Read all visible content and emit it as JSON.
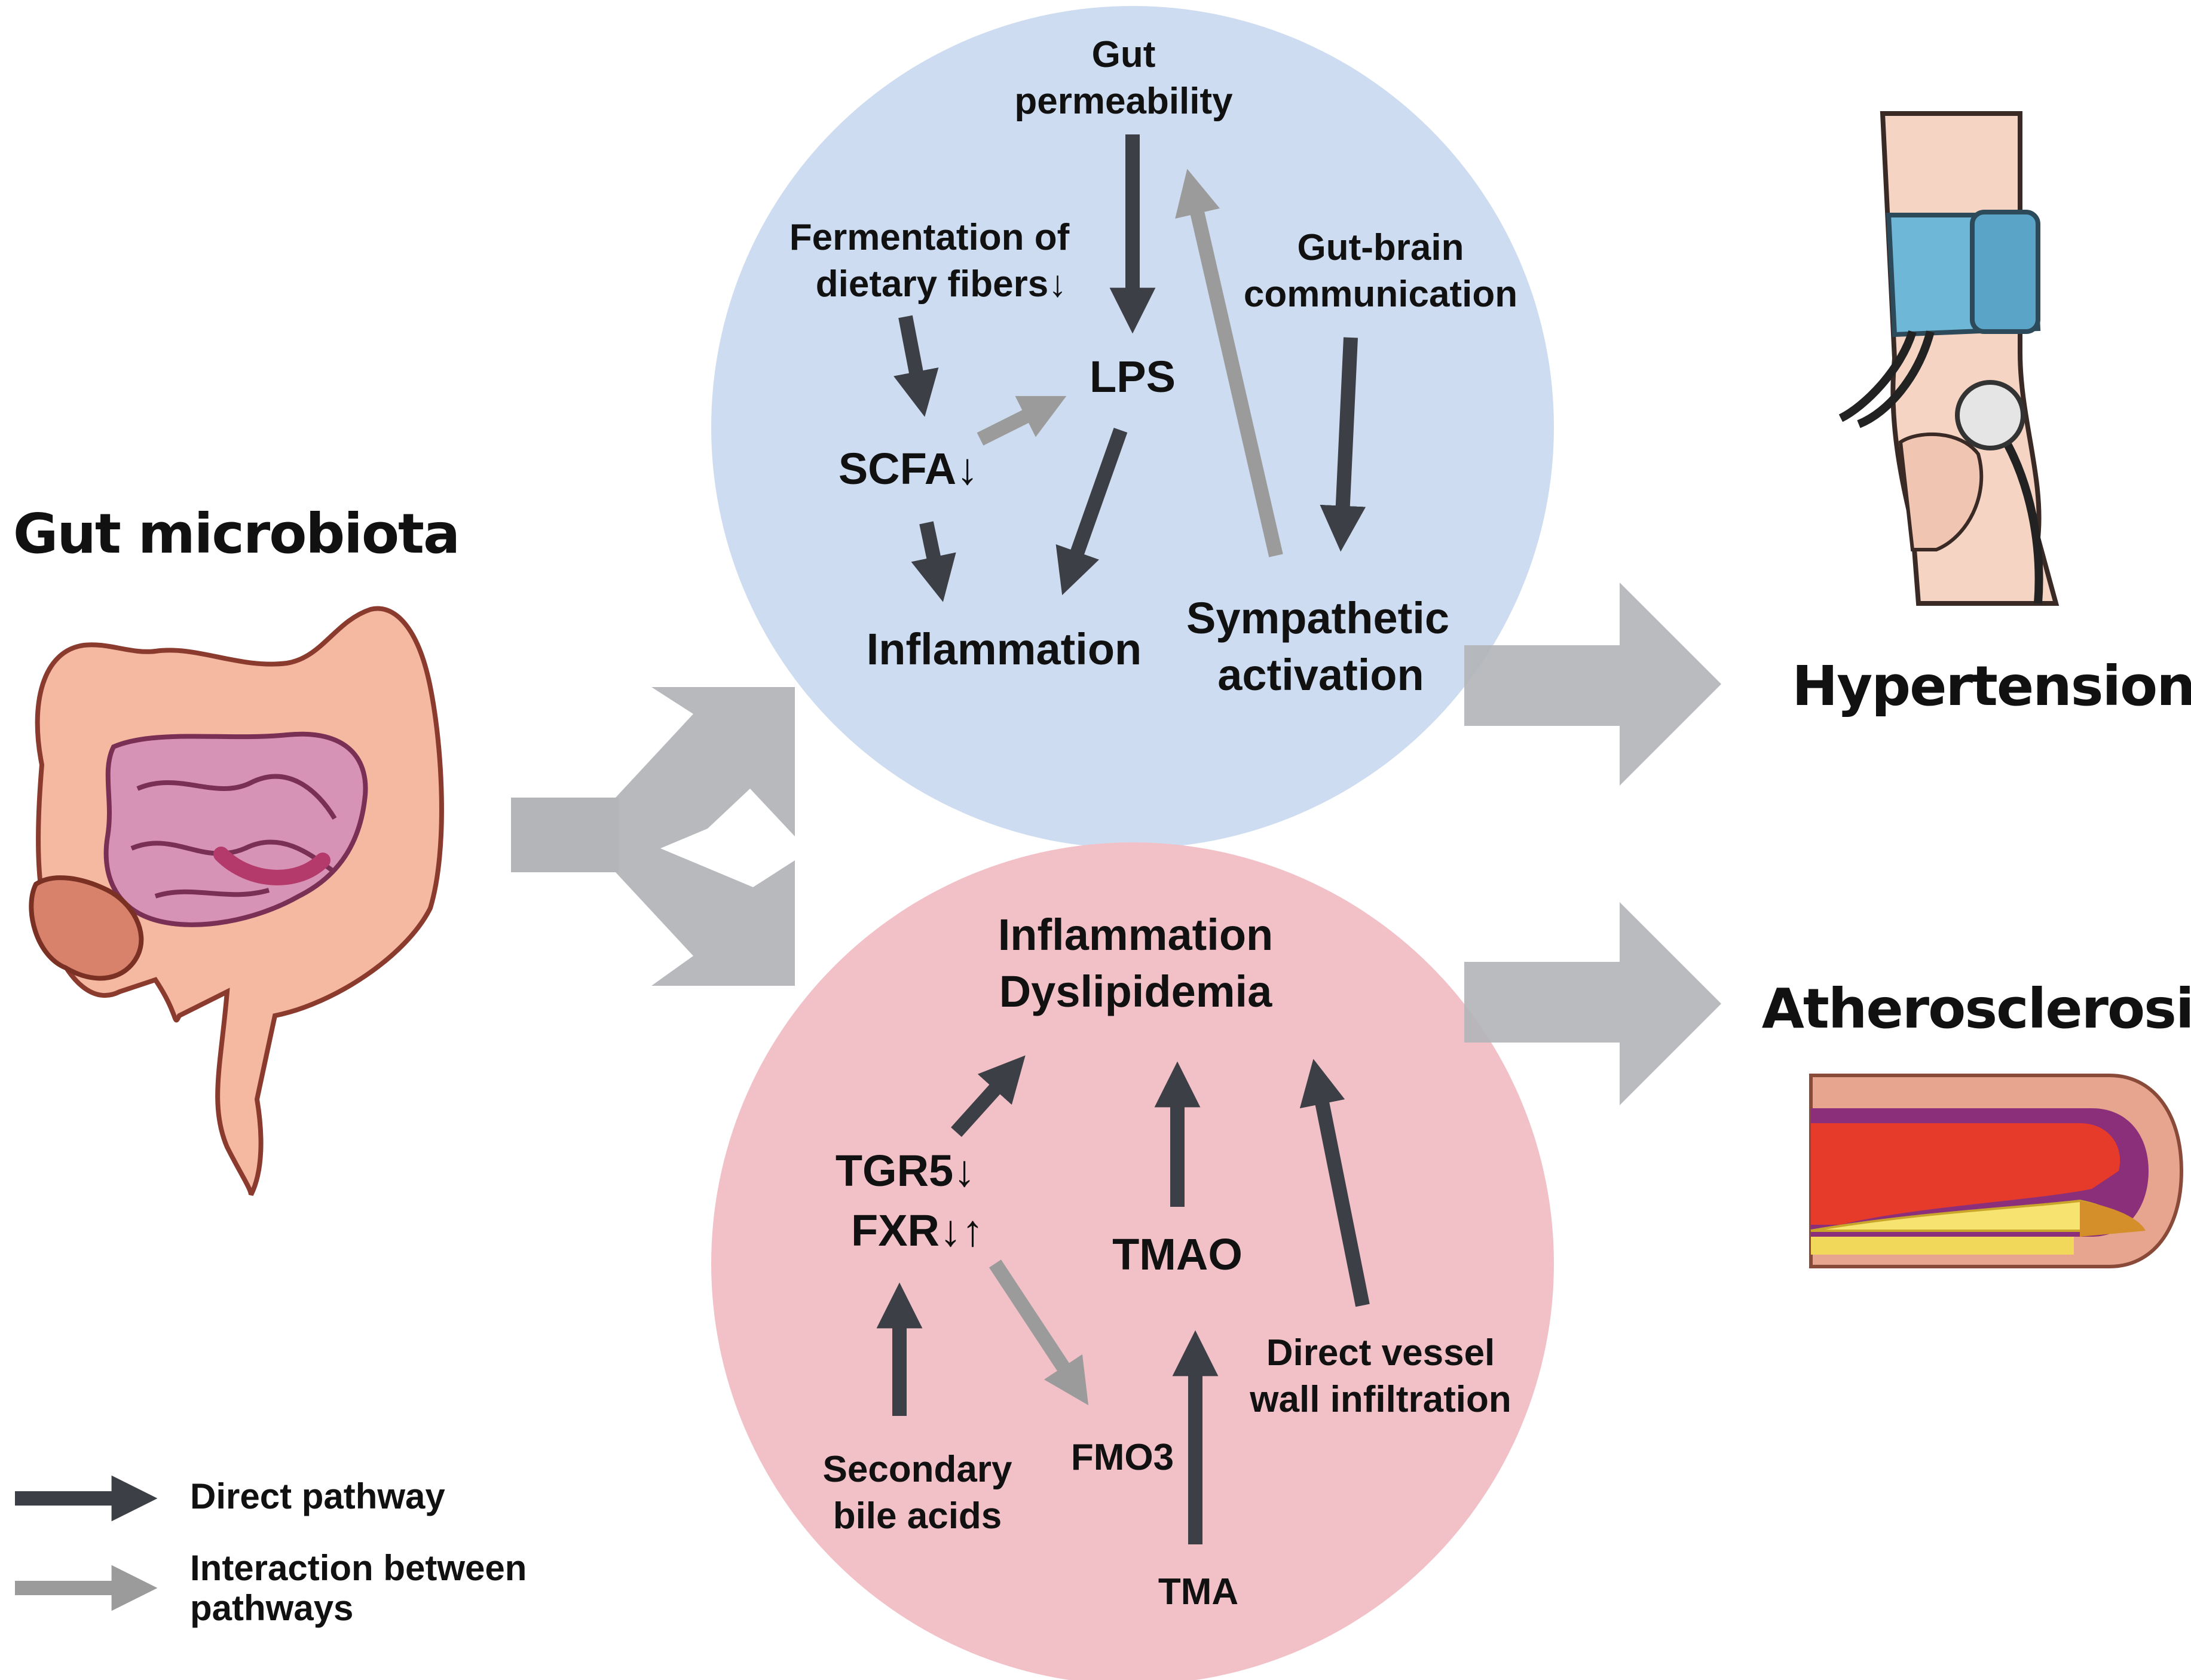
{
  "left": {
    "title": "Gut microbiota"
  },
  "top_circle": {
    "gut_permeability_1": "Gut",
    "gut_permeability_2": "permeability",
    "fermentation_1": "Fermentation of",
    "fermentation_2": "dietary fibers↓",
    "gut_brain_1": "Gut-brain",
    "gut_brain_2": "communication",
    "lps": "LPS",
    "scfa": "SCFA↓",
    "inflammation": "Inflammation",
    "sympathetic_1": "Sympathetic",
    "sympathetic_2": "activation"
  },
  "bottom_circle": {
    "outcome_1": "Inflammation",
    "outcome_2": "Dyslipidemia",
    "tgr5": "TGR5↓",
    "fxr": "FXR↓↑",
    "tmao": "TMAO",
    "secondary_1": "Secondary",
    "secondary_2": "bile acids",
    "fmo3": "FMO3",
    "direct_vessel_1": "Direct vessel",
    "direct_vessel_2": "wall infiltration",
    "tma": "TMA"
  },
  "right": {
    "hypertension": "Hypertension",
    "atherosclerosis": "Atherosclerosis"
  },
  "legend": {
    "direct": "Direct pathway",
    "interaction_1": "Interaction between",
    "interaction_2": "pathways"
  },
  "colors": {
    "top_circle": "#cddcf0",
    "bottom_circle": "#f2c1c8",
    "direct_arrow": "#3c3f45",
    "interaction_arrow": "#9b9b9b",
    "big_arrow": "#b3b5b9"
  }
}
